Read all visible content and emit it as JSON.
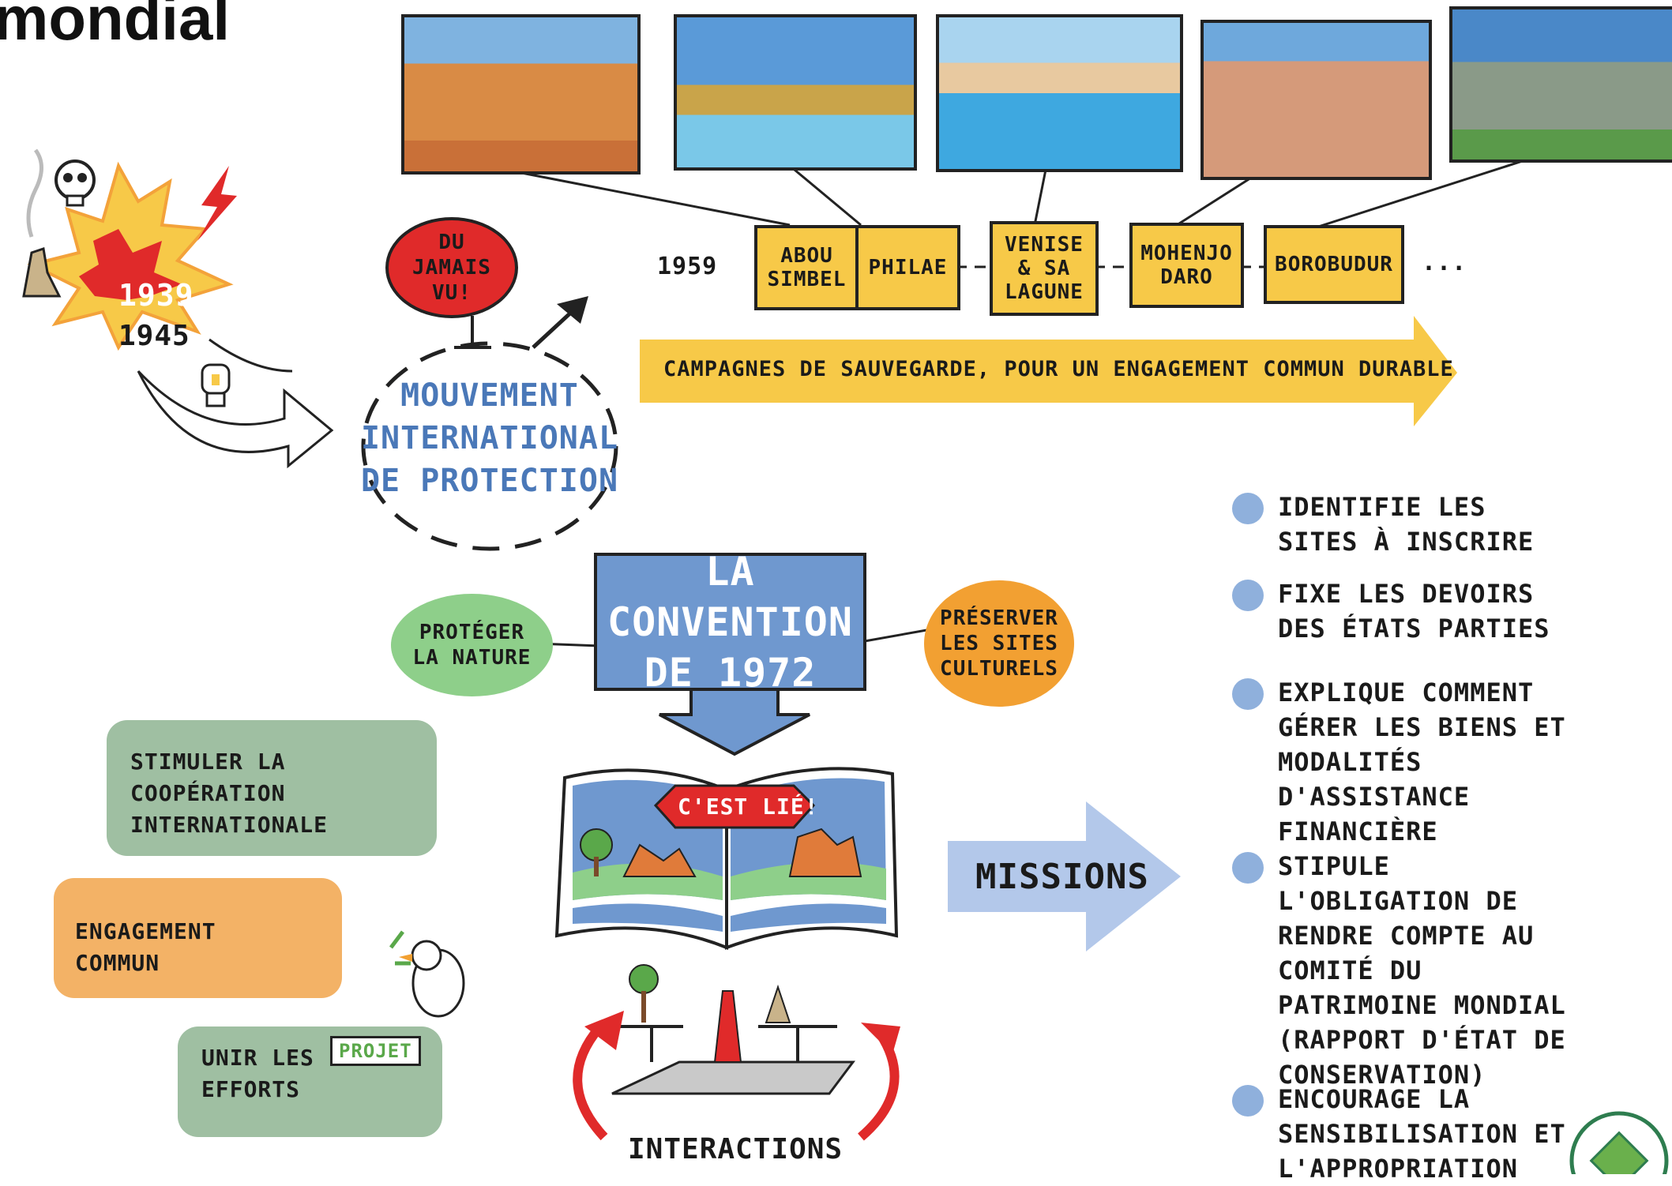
{
  "title": "mondial",
  "timeline": {
    "year_war_start": "1939",
    "year_war_end": "1945",
    "year_start": "1959",
    "sites": [
      "ABOU SIMBEL",
      "PHILAE",
      "VENISE & SA LAGUNE",
      "MOHENJO DARO",
      "BOROBUDUR"
    ],
    "ellipsis": "...",
    "campaign": "CAMPAGNES DE SAUVEGARDE, POUR UN ENGAGEMENT COMMUN DURABLE"
  },
  "bubbles": {
    "never_seen": "DU JAMAIS VU!",
    "movement": "MOUVEMENT INTERNATIONAL DE PROTECTION",
    "nature": "PROTÉGER LA NATURE",
    "culture": "PRÉSERVER LES SITES CULTURELS"
  },
  "convention": "LA CONVENTION DE 1972",
  "book_banner": "C'EST LIÉ!",
  "interactions": "INTERACTIONS",
  "missions_arrow": "MISSIONS",
  "missions": [
    "IDENTIFIE LES SITES À INSCRIRE",
    "FIXE LES DEVOIRS DES ÉTATS PARTIES",
    "EXPLIQUE COMMENT GÉRER LES BIENS ET MODALITÉS D'ASSISTANCE FINANCIÈRE",
    "STIPULE L'OBLIGATION DE RENDRE COMPTE AU COMITÉ DU PATRIMOINE MONDIAL (RAPPORT D'ÉTAT DE CONSERVATION)",
    "ENCOURAGE LA SENSIBILISATION ET L'APPROPRIATION"
  ],
  "cards": {
    "cooperation": "STIMULER LA COOPÉRATION INTERNATIONALE",
    "engagement": "ENGAGEMENT COMMUN",
    "unite": "UNIR LES EFFORTS",
    "project_sign": "PROJET"
  },
  "colors": {
    "yellow": "#f7c948",
    "red": "#e02a2a",
    "blue": "#6f98cf",
    "light_blue": "#b3c8ea",
    "green": "#8ecf8a",
    "orange": "#f2a032",
    "sage": "#9fbfa2",
    "card_orange": "#f3b266"
  }
}
